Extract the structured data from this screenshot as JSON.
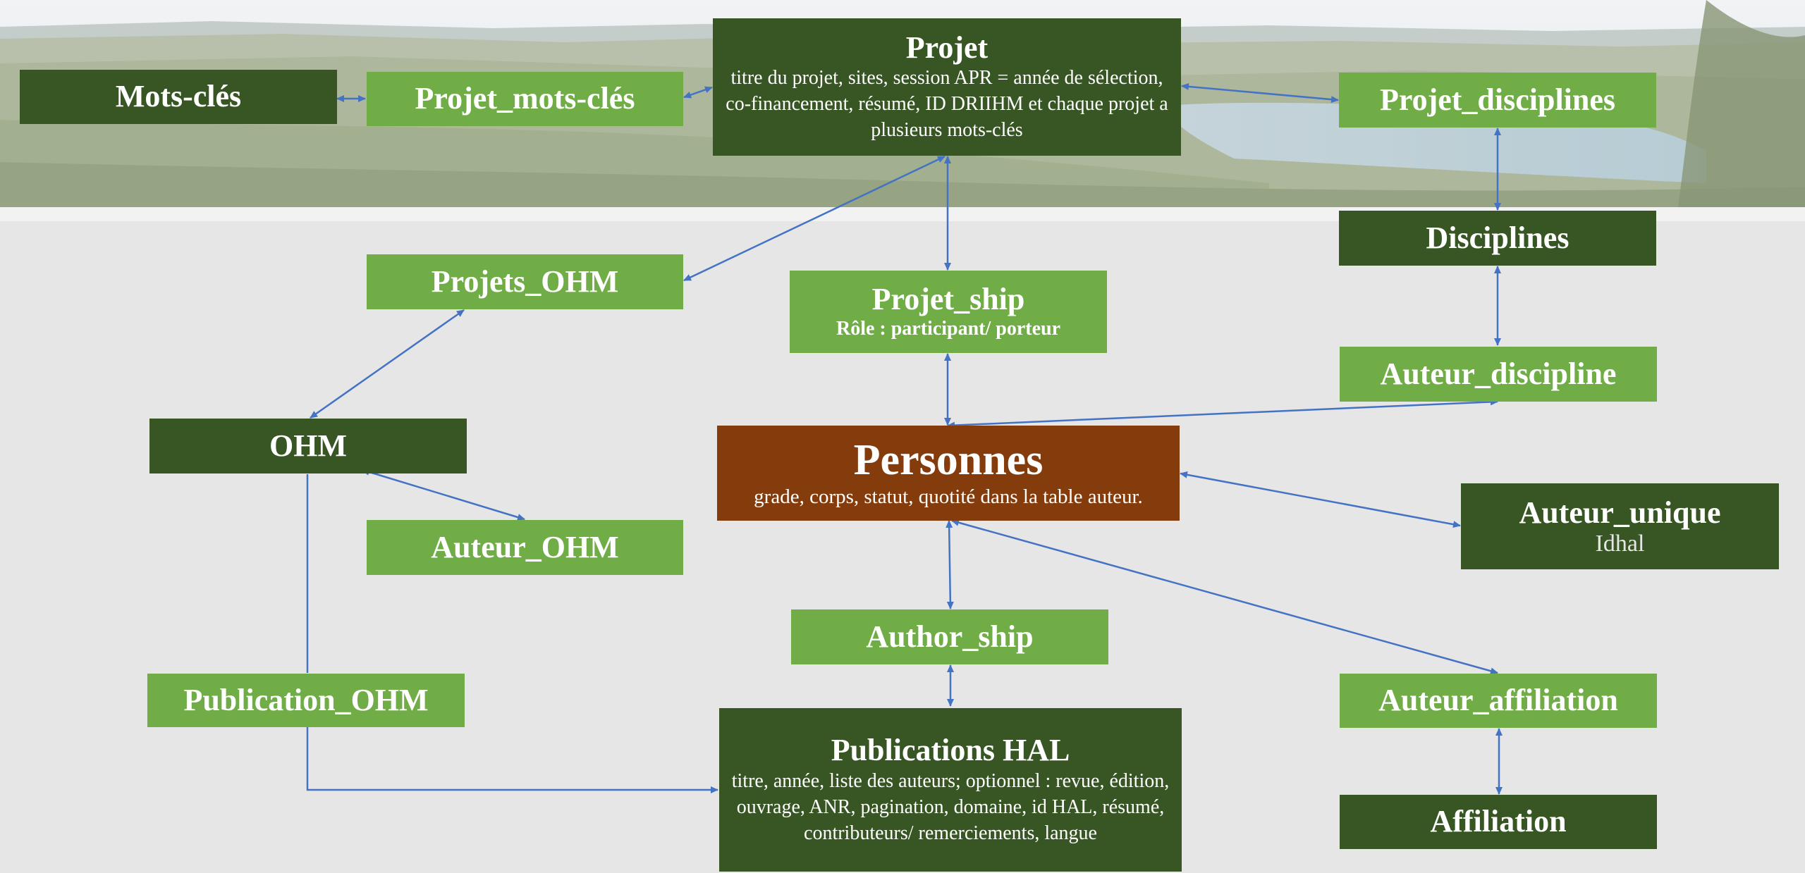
{
  "colors": {
    "entity": "#375623",
    "link_table": "#70ad47",
    "central": "#843c0c",
    "arrow": "#4472c4",
    "background": "#e6e6e6"
  },
  "nodes": {
    "projet": {
      "title": "Projet",
      "desc": "titre du projet, sites, session APR = année de sélection, co-financement, résumé, ID DRIIHM et chaque projet a plusieurs mots-clés"
    },
    "mots_cles": {
      "title": "Mots-clés"
    },
    "projet_mots_cles": {
      "title": "Projet_mots-clés"
    },
    "projet_disciplines": {
      "title": "Projet_disciplines"
    },
    "disciplines": {
      "title": "Disciplines"
    },
    "projets_ohm": {
      "title": "Projets_OHM"
    },
    "projet_ship": {
      "title": "Projet_ship",
      "desc": "Rôle : participant/ porteur"
    },
    "auteur_discipline": {
      "title": "Auteur_discipline"
    },
    "ohm": {
      "title": "OHM"
    },
    "personnes": {
      "title": "Personnes",
      "desc": "grade, corps, statut, quotité dans la table auteur."
    },
    "auteur_ohm": {
      "title": "Auteur_OHM"
    },
    "auteur_unique": {
      "title": "Auteur_unique",
      "desc": "Idhal"
    },
    "author_ship": {
      "title": "Author_ship"
    },
    "publication_ohm": {
      "title": "Publication_OHM"
    },
    "auteur_affiliation": {
      "title": "Auteur_affiliation"
    },
    "publications_hal": {
      "title": "Publications HAL",
      "desc": "titre, année, liste des auteurs; optionnel : revue, édition, ouvrage, ANR, pagination, domaine, id HAL, résumé, contributeurs/ remerciements, langue"
    },
    "affiliation": {
      "title": "Affiliation"
    }
  }
}
